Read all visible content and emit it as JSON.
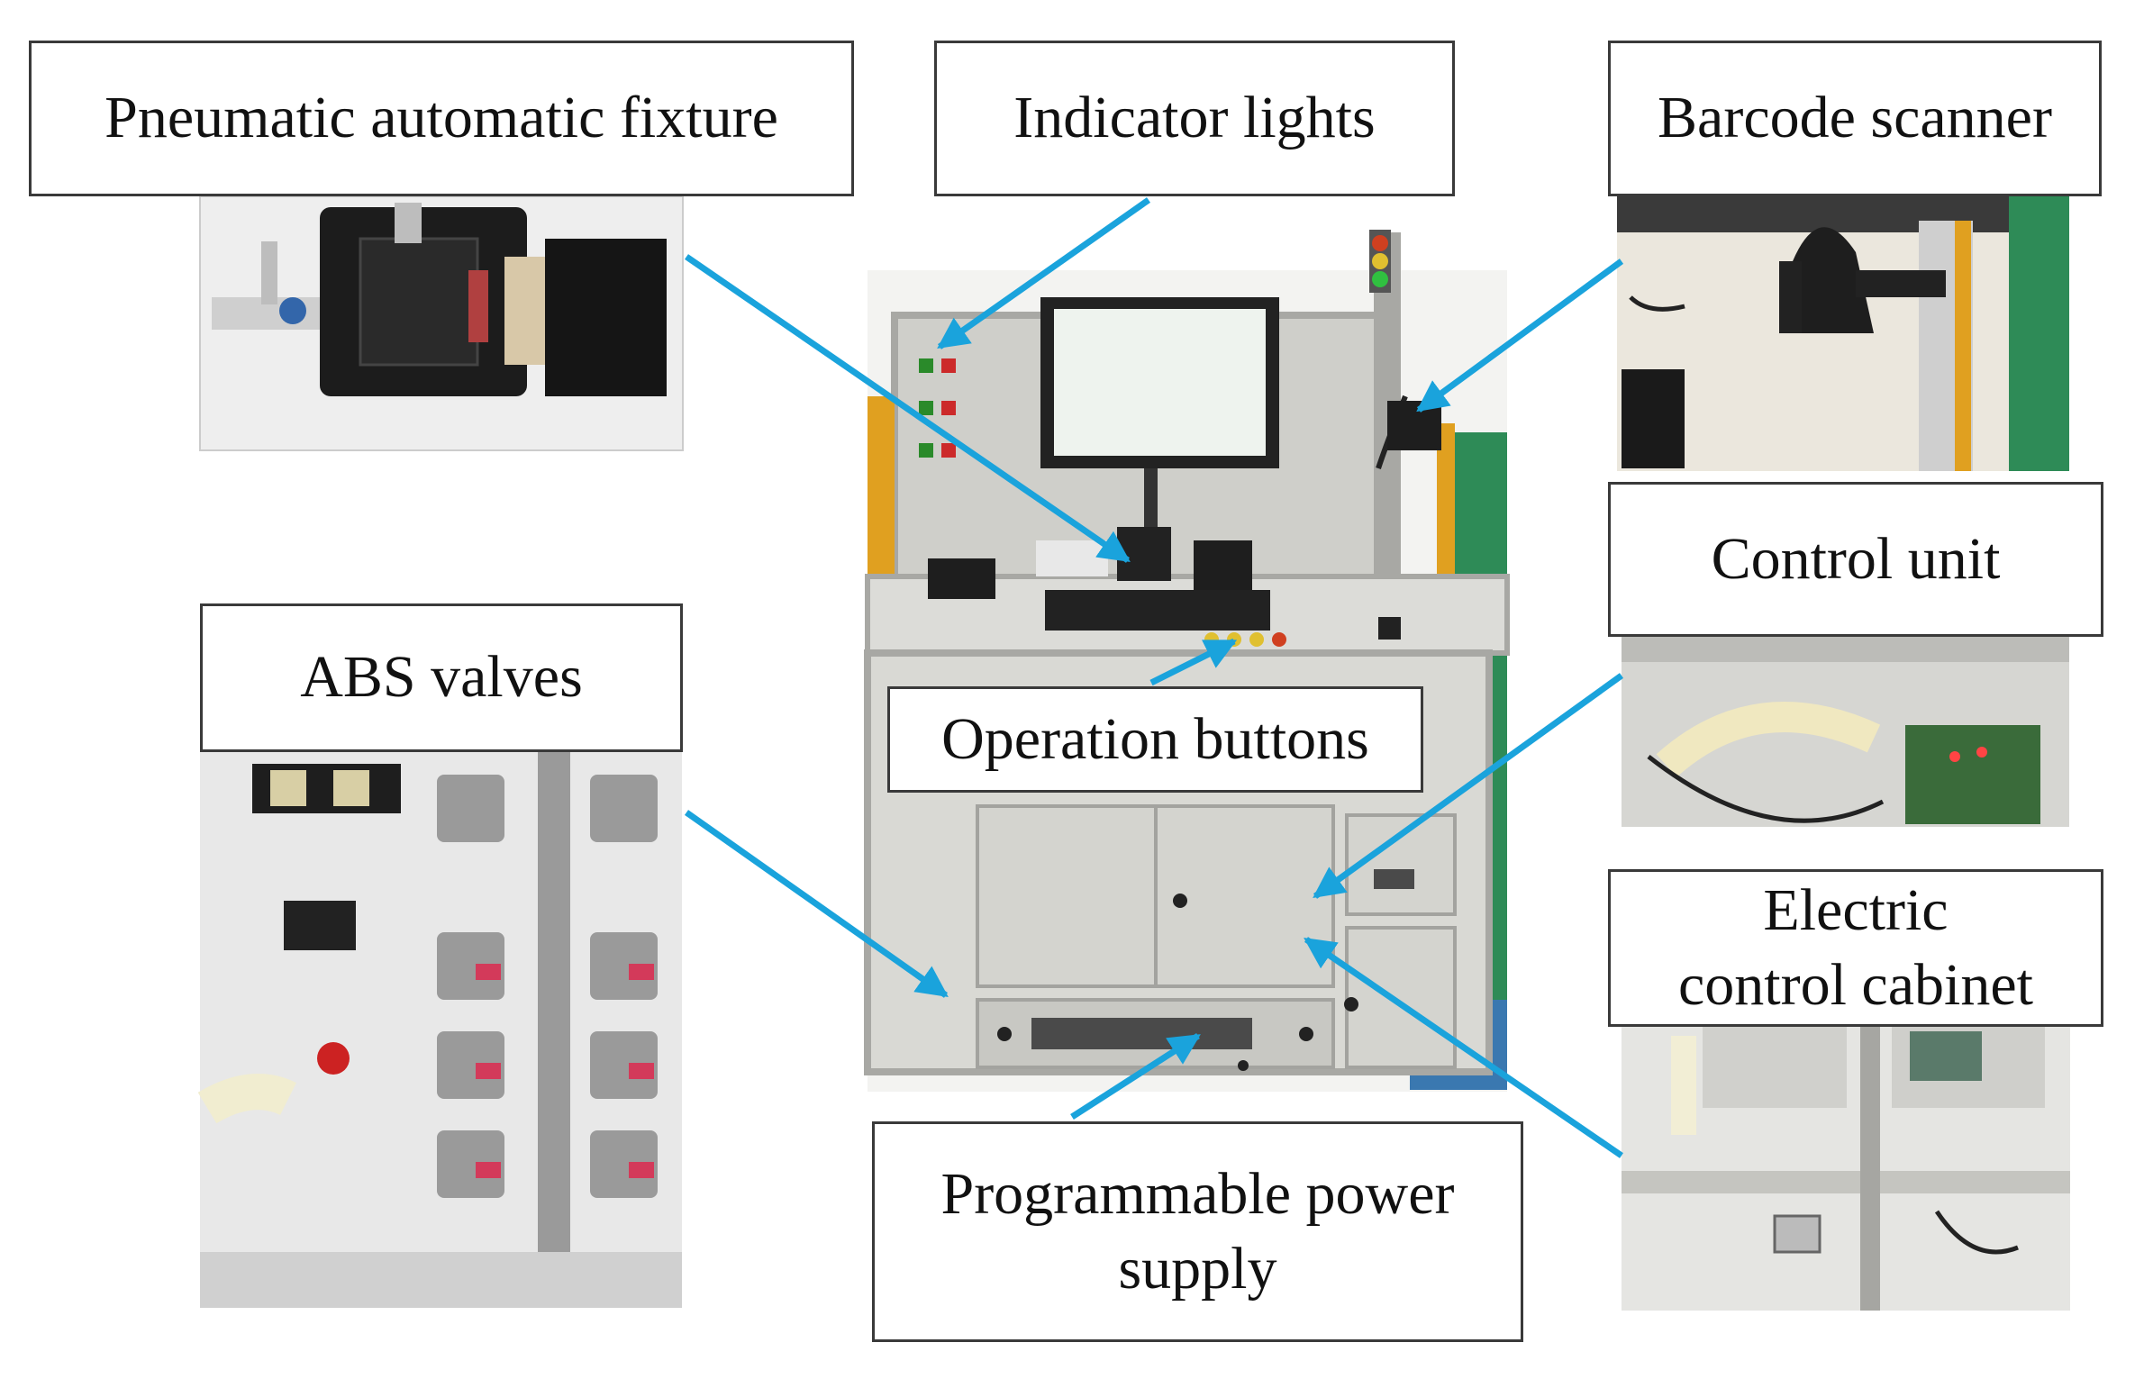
{
  "labels": {
    "pneumatic_fixture": "Pneumatic automatic fixture",
    "indicator_lights": "Indicator lights",
    "barcode_scanner": "Barcode scanner",
    "control_unit": "Control unit",
    "abs_valves": "ABS valves",
    "operation_buttons": "Operation buttons",
    "electric_control_cabinet": "Electric control cabinet",
    "programmable_power_supply": "Programmable power supply"
  },
  "colors": {
    "arrow": "#1aa3dc",
    "box_border": "#3a3a3a",
    "cabinet": "#d9d9d4",
    "frame": "#a8a8a4",
    "floor_green": "#2e8b57"
  }
}
